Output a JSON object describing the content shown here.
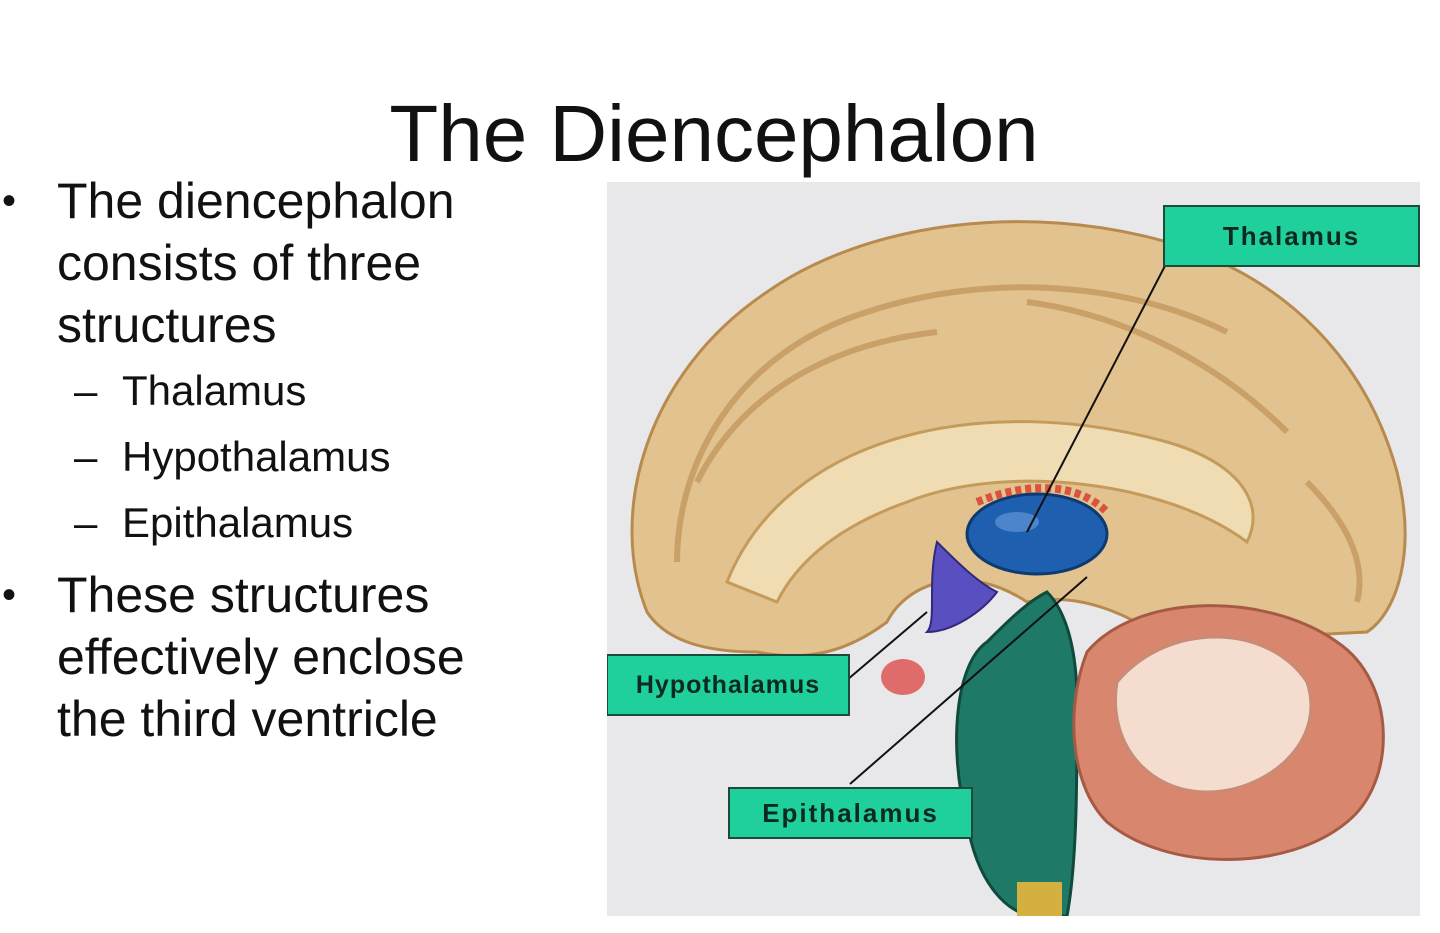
{
  "slide": {
    "title": "The Diencephalon",
    "bullets": [
      {
        "text_lines": [
          "The diencephalon",
          "consists of three",
          "structures"
        ],
        "subitems": [
          "Thalamus",
          "Hypothalamus",
          "Epithalamus"
        ]
      },
      {
        "text_lines": [
          "These structures",
          "effectively enclose",
          "the third ventricle"
        ],
        "subitems": []
      }
    ],
    "bullet_glyph": "•",
    "dash_glyph": "–"
  },
  "figure": {
    "description": "Midsagittal section of the brain highlighting the diencephalon",
    "labels": {
      "thalamus": "Thalamus",
      "hypothalamus": "Hypothalamus",
      "epithalamus": "Epithalamus"
    },
    "colors": {
      "label_fill": "#1fcf9c",
      "label_border": "#1d4a3a",
      "cortex": "#e2c28e",
      "thalamus": "#1f5fb0",
      "hypothalamus": "#5a4fc0",
      "brainstem": "#1e7a66",
      "cerebellum": "#d9866e",
      "background": "#e8e8ea"
    }
  }
}
